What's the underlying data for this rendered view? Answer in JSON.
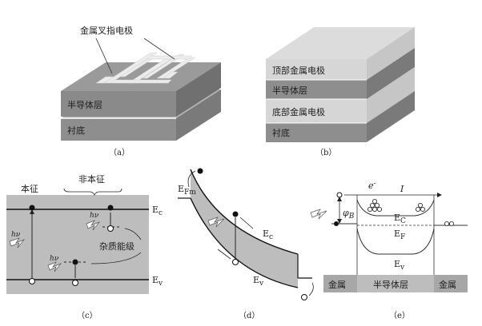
{
  "panel_a": {
    "electrode_label": "金属叉指电极",
    "semiconductor_label": "半导体层",
    "substrate_label": "衬底",
    "caption": "（a）"
  },
  "panel_b": {
    "top_electrode_label": "顶部金属电极",
    "semiconductor_label": "半导体层",
    "bottom_electrode_label": "底部金属电极",
    "substrate_label": "衬底",
    "caption": "（b）"
  },
  "panel_c": {
    "intrinsic_label": "本征",
    "extrinsic_label": "非本征",
    "ec_label": "E",
    "ec_sub": "c",
    "ev_label": "E",
    "ev_sub": "v",
    "impurity_label": "杂质能级",
    "hv_label": "hν",
    "caption": "（c）"
  },
  "panel_d": {
    "efm_label": "E",
    "efm_sub": "Fm",
    "ec_label": "E",
    "ec_sub": "c",
    "ev_label": "E",
    "ev_sub": "v",
    "caption": "（d）"
  },
  "panel_e": {
    "electron_label": "e",
    "electron_sup": "-",
    "current_label": "I",
    "phi_label": "φ",
    "phi_sub": "B",
    "ec_label": "E",
    "ec_sub": "C",
    "ef_label": "E",
    "ef_sub": "F",
    "ev_label": "E",
    "ev_sub": "v",
    "metal_left": "金属",
    "semiconductor": "半导体层",
    "metal_right": "金属",
    "caption": "（e）"
  },
  "colors": {
    "layer_dark": "#8a8a8a",
    "layer_mid": "#a8a8a8",
    "layer_light": "#d9d9d9",
    "band_bg": "#bdbdbd",
    "bar_bg": "#a7a7a7"
  }
}
